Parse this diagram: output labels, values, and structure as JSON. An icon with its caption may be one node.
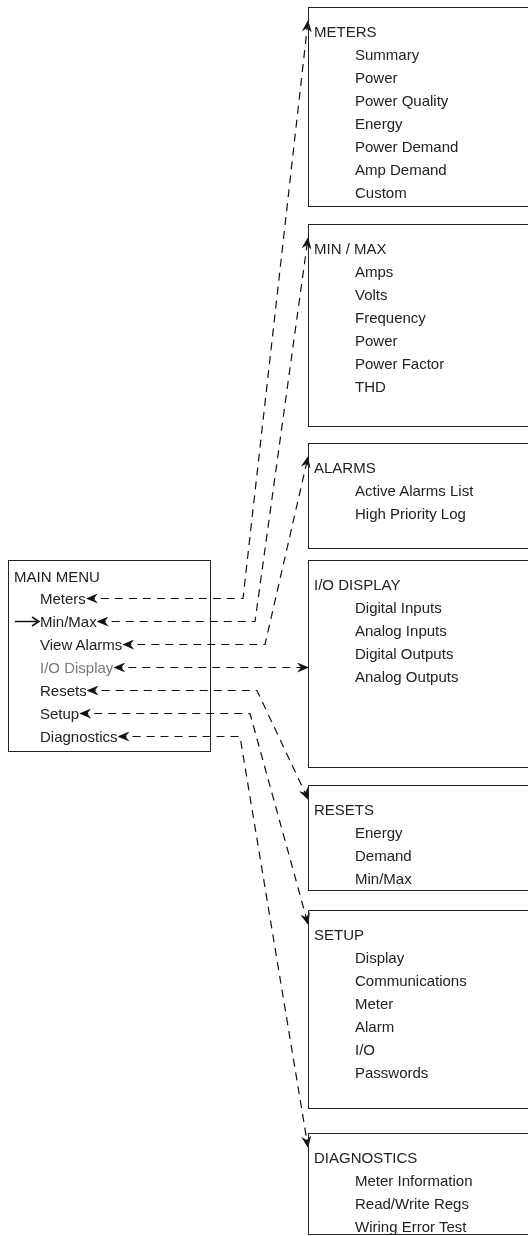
{
  "diagram": {
    "nodes": [
      {
        "text": [
          "MAIN MENU"
        ]
      },
      {
        "text": [
          "Meters"
        ],
        "in": 0
      },
      {
        "text": [
          "Min/Max"
        ],
        "in": 0
      },
      {
        "text": [
          "View Alarms"
        ],
        "in": 0
      },
      {
        "text": [
          "I/O Display"
        ],
        "in": 0
      },
      {
        "text": [
          "Resets"
        ],
        "in": 0
      },
      {
        "text": [
          "Setup"
        ],
        "in": 0
      },
      {
        "text": [
          "Diagnostics"
        ],
        "in": 0
      },
      {
        "text": [
          "METERS",
          "Summary",
          "Power",
          "Power Quality",
          "Energy",
          "Power Demand",
          "Amp Demand",
          "Custom"
        ]
      },
      {
        "text": [
          "MIN / MAX",
          "Amps",
          "Volts",
          "Frequency",
          "Power",
          "Power Factor",
          "THD"
        ]
      },
      {
        "text": [
          "ALARMS",
          "Active Alarms List",
          "High Priority Log"
        ]
      },
      {
        "text": [
          "I/O DISPLAY",
          "Digital Inputs",
          "Analog Inputs",
          "Digital Outputs",
          "Analog Outputs"
        ]
      },
      {
        "text": [
          "RESETS",
          "Energy",
          "Demand",
          "Min/Max"
        ]
      },
      {
        "text": [
          "SETUP",
          "Display",
          "Communications",
          "Meter",
          "Alarm",
          "I/O",
          "Passwords"
        ]
      },
      {
        "text": [
          "DIAGNOSTICS",
          "Meter Information",
          "Read/Write Regs",
          "Wiring Error Test"
        ]
      }
    ],
    "edges": [
      {
        "from": 1,
        "to": 8,
        "arrow": "both",
        "style": "dashed"
      },
      {
        "from": 2,
        "to": 9,
        "arrow": "both",
        "style": "dashed"
      },
      {
        "from": 3,
        "to": 10,
        "arrow": "both",
        "style": "dashed"
      },
      {
        "from": 4,
        "to": 11,
        "arrow": "both",
        "style": "dashed"
      },
      {
        "from": 5,
        "to": 12,
        "arrow": "both",
        "style": "dashed"
      },
      {
        "from": 6,
        "to": 13,
        "arrow": "both",
        "style": "dashed"
      },
      {
        "from": 7,
        "to": 14,
        "arrow": "both",
        "style": "dashed"
      }
    ]
  }
}
